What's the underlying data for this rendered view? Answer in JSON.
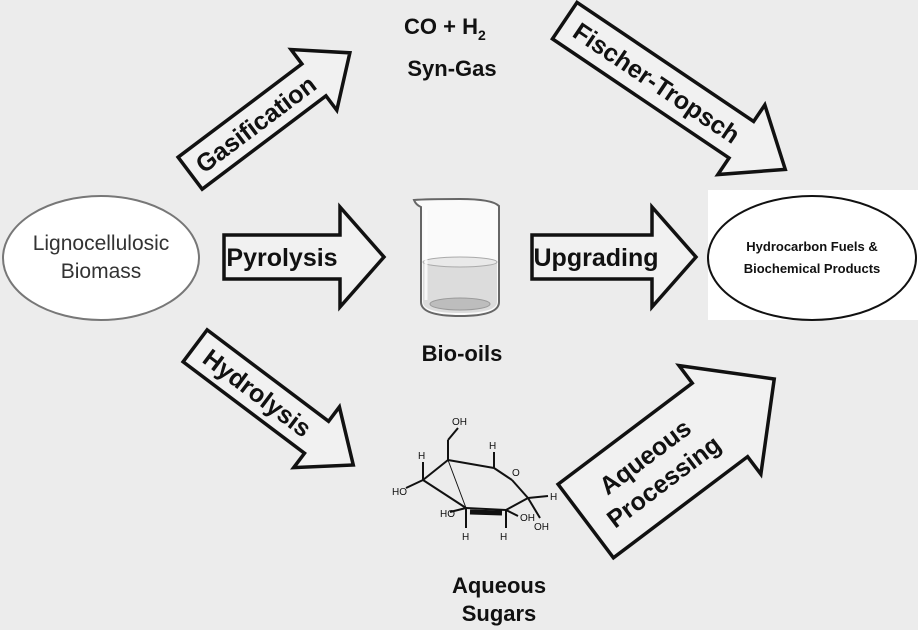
{
  "nodes": {
    "source_line1": "Lignocellulosic",
    "source_line2": "Biomass",
    "product_line1": "Hydrocarbon Fuels &",
    "product_line2": "Biochemical Products",
    "syngas_formula_main": "CO + H",
    "syngas_formula_sub": "2",
    "syngas_name": "Syn-Gas",
    "biooils": "Bio-oils",
    "sugars_line1": "Aqueous",
    "sugars_line2": "Sugars"
  },
  "arrows": {
    "gasification": "Gasification",
    "fischer_tropsch": "Fischer-Tropsch",
    "pyrolysis": "Pyrolysis",
    "upgrading": "Upgrading",
    "hydrolysis": "Hydrolysis",
    "aqueous_processing_line1": "Aqueous",
    "aqueous_processing_line2": "Processing"
  },
  "molecule": {
    "oh": "OH",
    "h": "H",
    "ho": "HO",
    "o": "O"
  }
}
